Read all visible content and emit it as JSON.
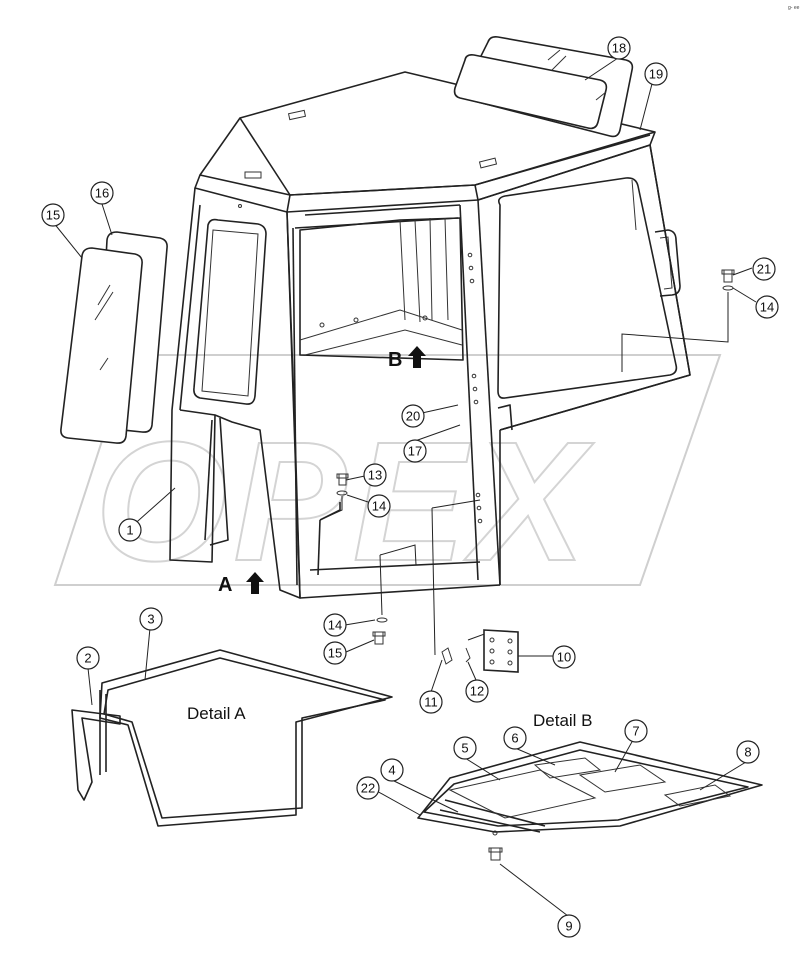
{
  "watermark": {
    "text": "OPEX"
  },
  "corner_mark": "g- ee",
  "view_labels": [
    {
      "id": "A",
      "text": "A"
    },
    {
      "id": "B",
      "text": "B"
    }
  ],
  "detail_labels": [
    {
      "id": "A",
      "text": "Detail A"
    },
    {
      "id": "B",
      "text": "Detail B"
    }
  ],
  "callouts": [
    "1",
    "2",
    "3",
    "4",
    "5",
    "6",
    "7",
    "8",
    "9",
    "10",
    "11",
    "12",
    "13",
    "14",
    "15",
    "16",
    "17",
    "18",
    "19",
    "20",
    "21",
    "22"
  ],
  "extra_callouts": {
    "c14b": "14",
    "c14c": "14",
    "c15b": "15"
  }
}
